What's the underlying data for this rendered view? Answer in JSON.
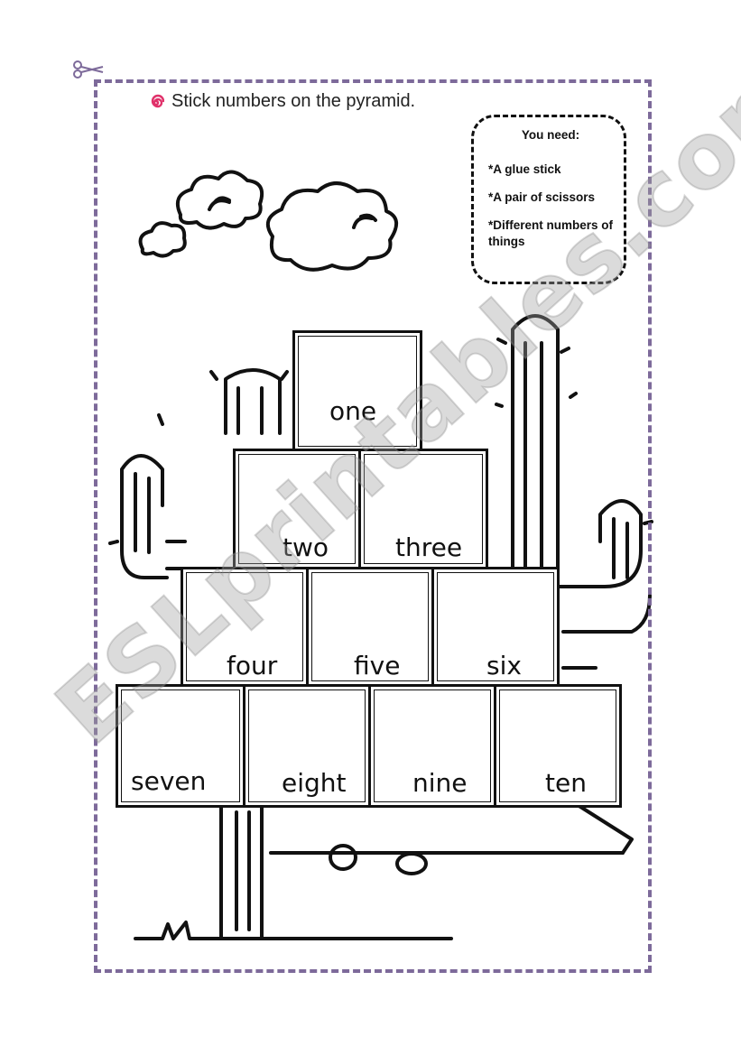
{
  "instruction": "Stick numbers on the pyramid.",
  "supplies": {
    "heading": "You need:",
    "items": [
      "*A glue stick",
      "*A pair of scissors",
      "*Different numbers of things"
    ]
  },
  "pyramid": {
    "row1": [
      "one"
    ],
    "row2": [
      "two",
      "three"
    ],
    "row3": [
      "four",
      "five",
      "six"
    ],
    "row4": [
      "seven",
      "eight",
      "nine",
      "ten"
    ]
  },
  "watermark": "ESLprintables.com",
  "colors": {
    "frame": "#7d6a9a",
    "bullet": "#e0316a",
    "ink": "#111111"
  }
}
